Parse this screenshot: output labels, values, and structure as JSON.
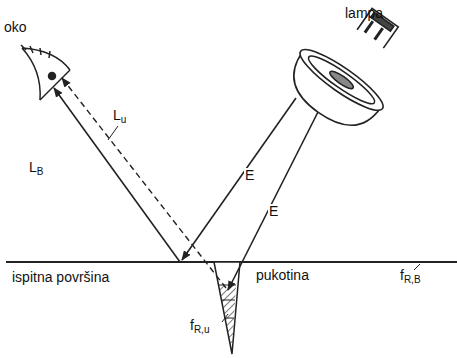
{
  "diagram": {
    "labels": [
      "oko",
      "lampa",
      "LB",
      "Lu",
      "E",
      "E",
      "ispitna površina",
      "pukotina",
      "fR,B",
      "fR,u"
    ]
  }
}
